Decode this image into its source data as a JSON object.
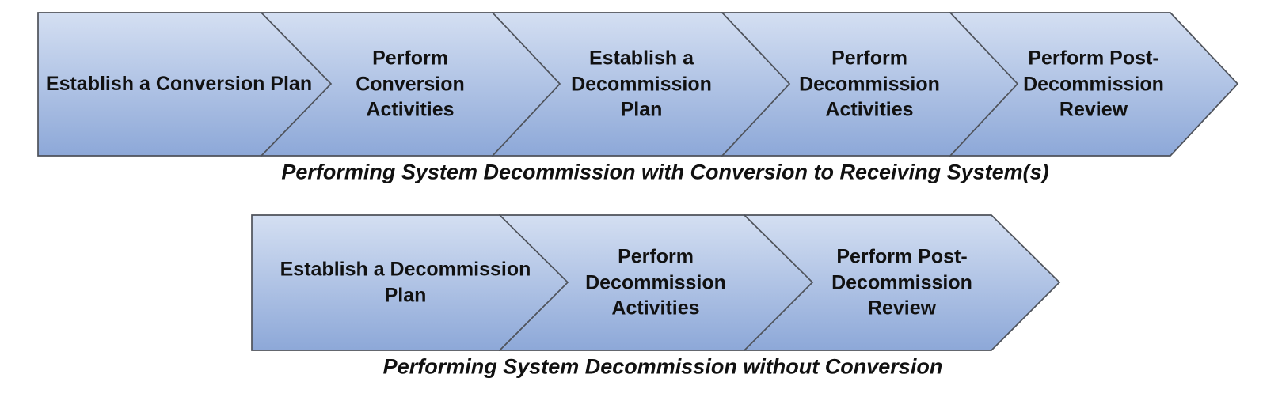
{
  "diagram": {
    "colors": {
      "chevron_gradient_top": "#d4dff2",
      "chevron_gradient_bottom": "#8da8d8",
      "chevron_outline": "#4e525a",
      "text": "#111111"
    },
    "rows": [
      {
        "caption": "Performing System Decommission with Conversion to Receiving System(s)",
        "steps": [
          {
            "label": "Establish a Conversion Plan"
          },
          {
            "label": "Perform\nConversion\nActivities"
          },
          {
            "label": "Establish a\nDecommission\nPlan"
          },
          {
            "label": "Perform\nDecommission\nActivities"
          },
          {
            "label": "Perform Post-\nDecommission\nReview"
          }
        ]
      },
      {
        "caption": "Performing System Decommission without Conversion",
        "steps": [
          {
            "label": "Establish a Decommission\nPlan"
          },
          {
            "label": "Perform\nDecommission\nActivities"
          },
          {
            "label": "Perform Post-\nDecommission\nReview"
          }
        ]
      }
    ]
  }
}
